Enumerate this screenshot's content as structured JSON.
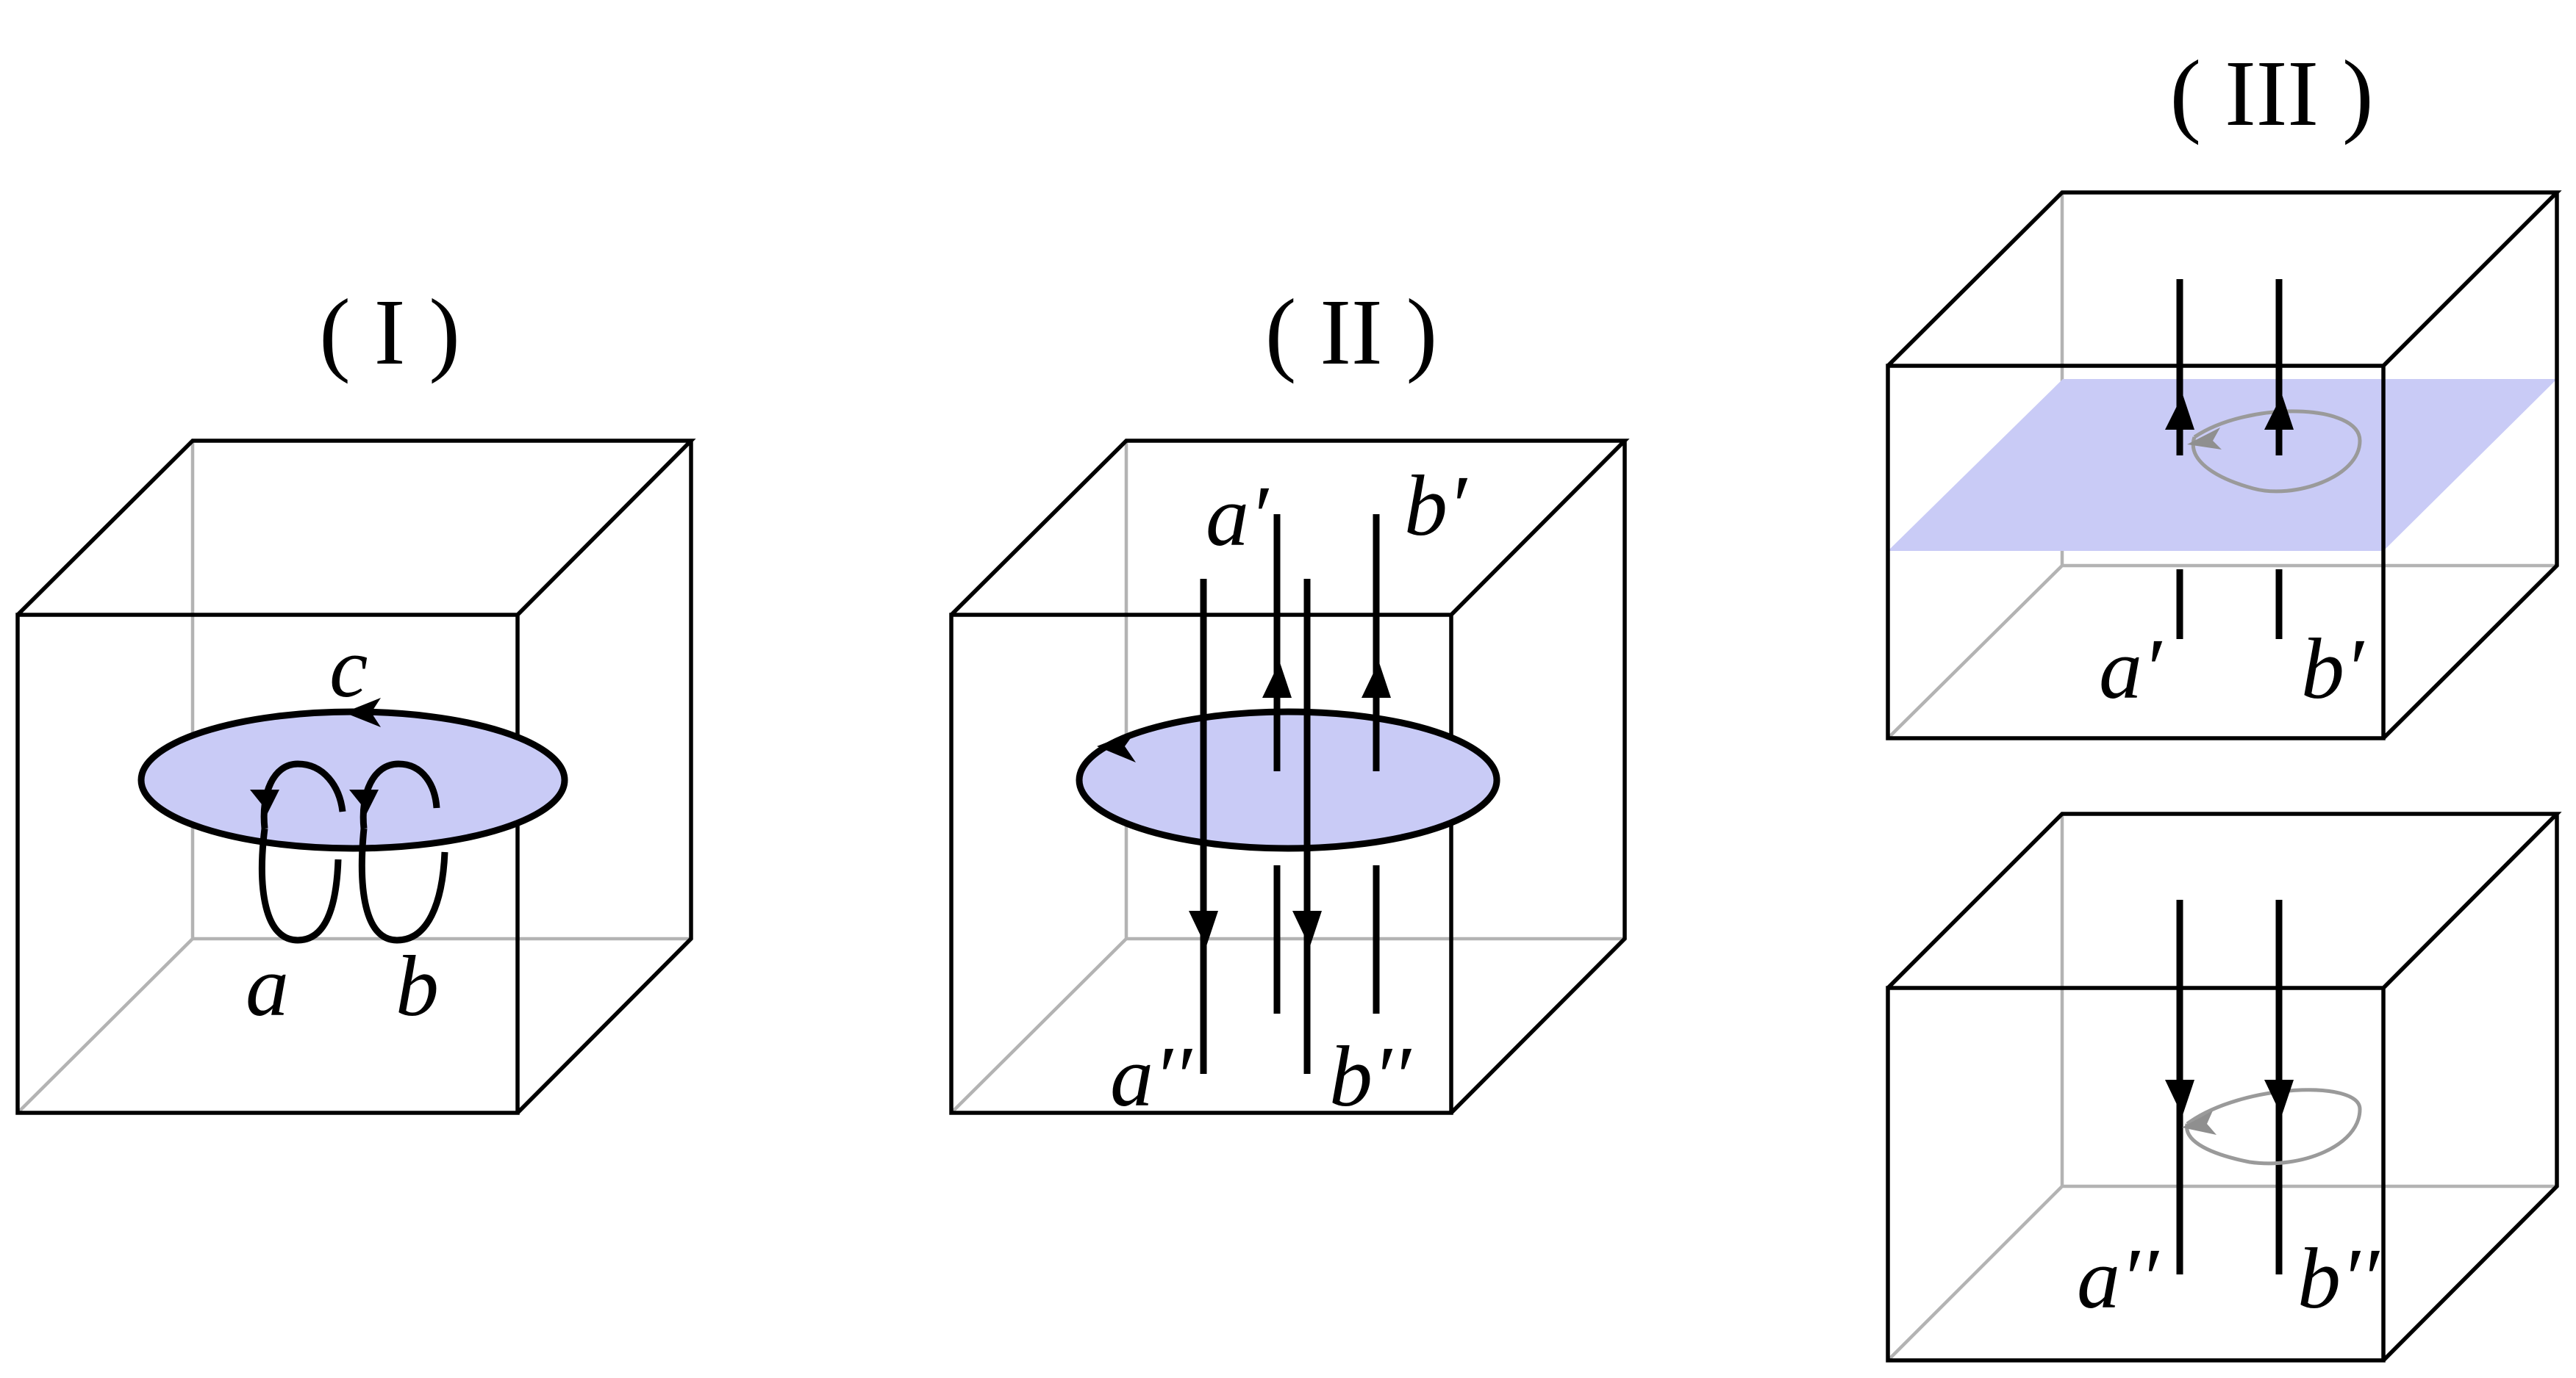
{
  "panels": {
    "panel1": {
      "title": "( I )",
      "labels": {
        "a": "a",
        "b": "b",
        "c": "c"
      }
    },
    "panel2": {
      "title": "( II )",
      "labels": {
        "a_top": "a′",
        "b_top": "b′",
        "a_bottom": "a′′",
        "b_bottom": "b′′"
      }
    },
    "panel3": {
      "title": "( III )",
      "labels_upper": {
        "a": "a′",
        "b": "b′"
      },
      "labels_lower": {
        "a": "a′′",
        "b": "b′′"
      }
    }
  },
  "colors": {
    "disk_fill": "#c9cbf6",
    "line": "#000000",
    "hidden_edge": "#b3b3b3",
    "gray_loop": "#9a9a9a"
  }
}
